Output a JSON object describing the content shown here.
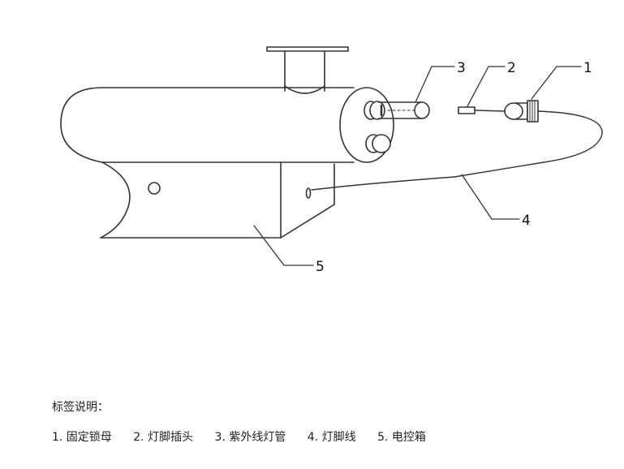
{
  "callouts": {
    "c1": "1",
    "c2": "2",
    "c3": "3",
    "c4": "4",
    "c5": "5"
  },
  "legend": {
    "title": "标签说明：",
    "items": [
      "1. 固定锁母",
      "2. 灯脚插头",
      "3. 紫外线灯管",
      "4. 灯脚线",
      "5. 电控箱"
    ]
  }
}
